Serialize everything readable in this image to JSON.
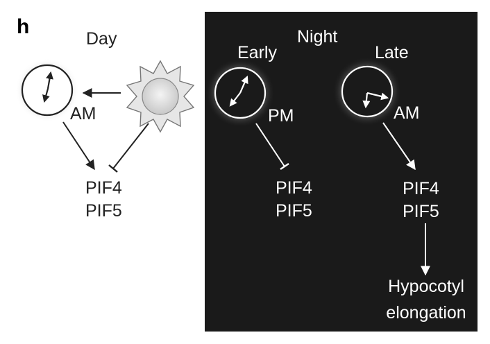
{
  "panel_label": "h",
  "day": {
    "title": "Day",
    "clock_label": "AM",
    "targets": [
      "PIF4",
      "PIF5"
    ]
  },
  "night": {
    "title": "Night",
    "early": {
      "title": "Early",
      "clock_label": "PM",
      "targets": [
        "PIF4",
        "PIF5"
      ]
    },
    "late": {
      "title": "Late",
      "clock_label": "AM",
      "targets": [
        "PIF4",
        "PIF5"
      ],
      "output_line1": "Hypocotyl",
      "output_line2": "elongation"
    }
  },
  "colors": {
    "night_background": "#1a1a1a",
    "day_ink": "#222222",
    "night_ink": "#ffffff",
    "sun_fill": "#e4e4e4"
  }
}
